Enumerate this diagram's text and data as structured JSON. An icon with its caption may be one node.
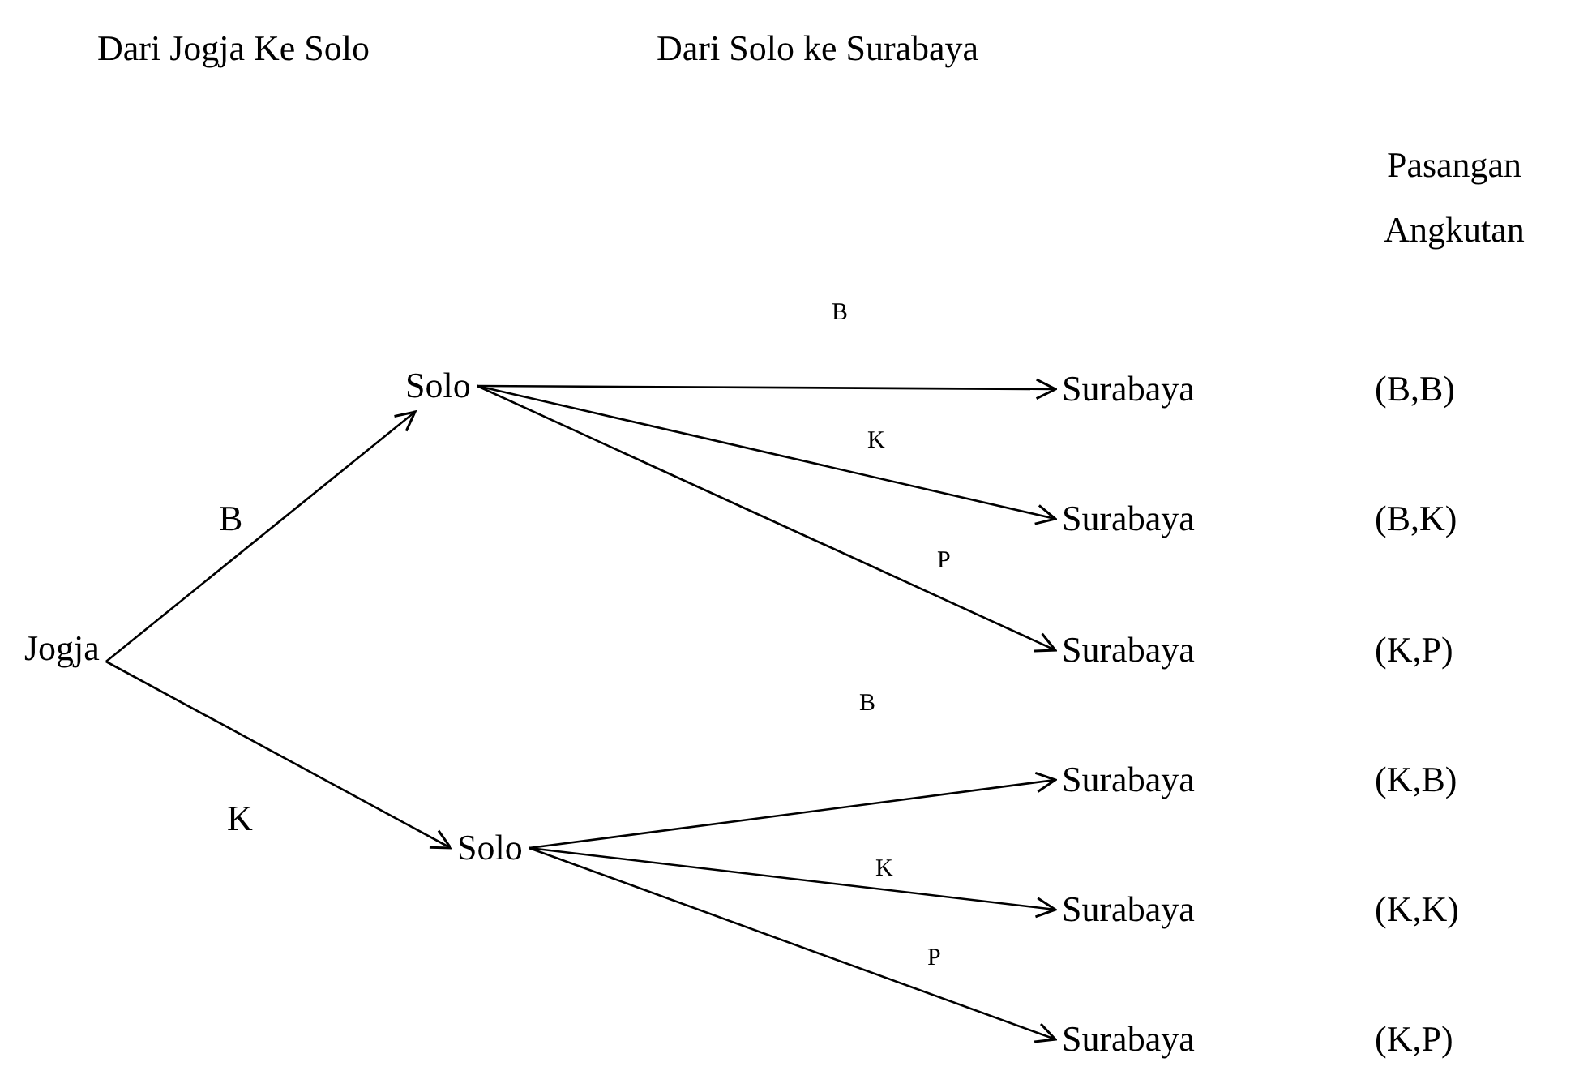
{
  "diagram": {
    "nodes": [
      {
        "text": [
          "Jogja"
        ]
      },
      {
        "text": [
          "Solo"
        ]
      },
      {
        "text": [
          "Solo"
        ]
      },
      {
        "text": [
          "Surabaya"
        ]
      },
      {
        "text": [
          "Surabaya"
        ]
      },
      {
        "text": [
          "Surabaya"
        ]
      },
      {
        "text": [
          "Surabaya"
        ]
      },
      {
        "text": [
          "Surabaya"
        ]
      },
      {
        "text": [
          "Surabaya"
        ]
      }
    ],
    "edges": [
      {
        "from": 0,
        "to": 1,
        "arrow": "to",
        "label": "B"
      },
      {
        "from": 0,
        "to": 2,
        "arrow": "to",
        "label": "K"
      },
      {
        "from": 1,
        "to": 3,
        "arrow": "to",
        "label": "B"
      },
      {
        "from": 1,
        "to": 4,
        "arrow": "to",
        "label": "K"
      },
      {
        "from": 1,
        "to": 5,
        "arrow": "to",
        "label": "P"
      },
      {
        "from": 2,
        "to": 6,
        "arrow": "to",
        "label": "B"
      },
      {
        "from": 2,
        "to": 7,
        "arrow": "to",
        "label": "K"
      },
      {
        "from": 2,
        "to": 8,
        "arrow": "to",
        "label": "P"
      }
    ],
    "labels": [
      "Dari Jogja Ke Solo",
      "Dari Solo ke Surabaya",
      "Pasangan Angkutan",
      "(B,B)",
      "(B,K)",
      "(K,P)",
      "(K,B)",
      "(K,K)",
      "(K,P)"
    ]
  }
}
